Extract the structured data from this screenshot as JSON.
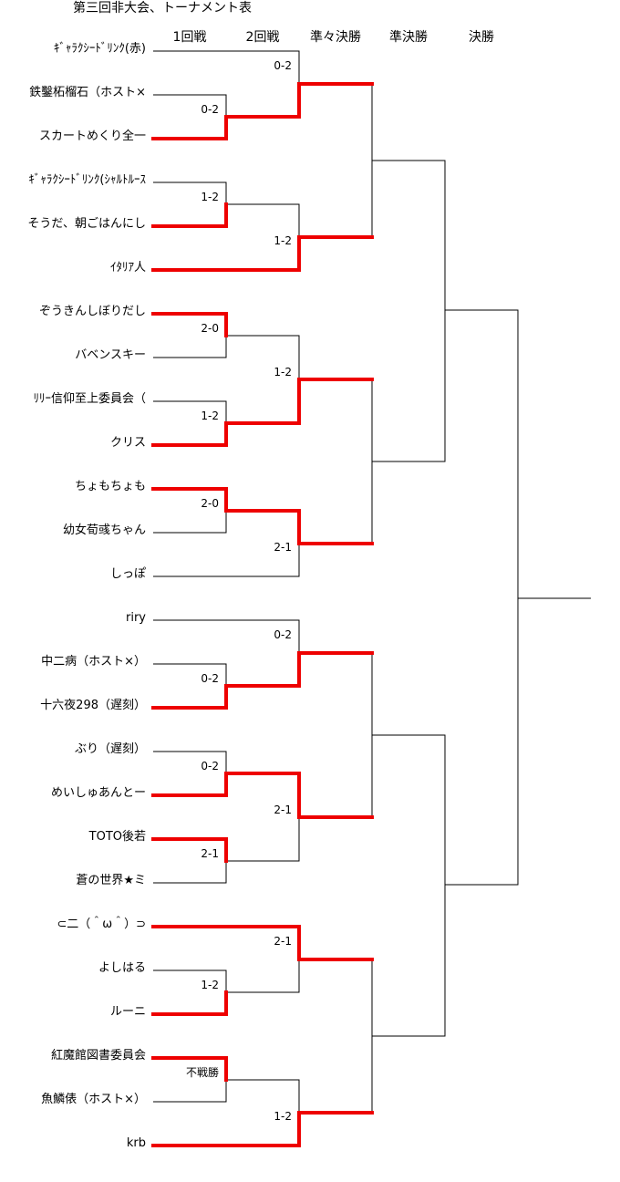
{
  "title": "第三回非大会、トーナメント表",
  "rounds": [
    "1回戦",
    "2回戦",
    "準々決勝",
    "準決勝",
    "決勝"
  ],
  "players": [
    {
      "name": "ｷﾞｬﾗｸｼｰﾄﾞﾘﾝｸ(赤)"
    },
    {
      "name": "鉄鑿柘榴石（ホスト×"
    },
    {
      "name": "スカートめくり全一"
    },
    {
      "name": "ｷﾞｬﾗｸｼｰﾄﾞﾘﾝｸ(ｼｬﾙﾄﾙｰｽ"
    },
    {
      "name": "そうだ、朝ごはんにし"
    },
    {
      "name": "ｲﾀﾘｱ人"
    },
    {
      "name": "ぞうきんしぼりだし"
    },
    {
      "name": "バベンスキー"
    },
    {
      "name": "ﾘﾘｰ信仰至上委員会（"
    },
    {
      "name": "クリス"
    },
    {
      "name": "ちょもちょも"
    },
    {
      "name": "幼女荀彧ちゃん"
    },
    {
      "name": "しっぽ"
    },
    {
      "name": "riry"
    },
    {
      "name": "中二病（ホスト×）"
    },
    {
      "name": "十六夜298（遅刻）"
    },
    {
      "name": "ぶり（遅刻）"
    },
    {
      "name": "めいしゅあんとー"
    },
    {
      "name": "TOTO後若"
    },
    {
      "name": "蒼の世界★ミ"
    },
    {
      "name": "⊂二（＾ω＾）⊃"
    },
    {
      "name": "よしはる"
    },
    {
      "name": "ルーニ"
    },
    {
      "name": "紅魔館図書委員会"
    },
    {
      "name": "魚鱗俵（ホスト×）"
    },
    {
      "name": "krb"
    }
  ],
  "matches": [
    {
      "id": "r1a",
      "round": "1回戦",
      "score": "0-2",
      "a": "鉄鑿柘榴石（ホスト×",
      "b": "スカートめくり全一",
      "winner": "b"
    },
    {
      "id": "r1b",
      "round": "1回戦",
      "score": "1-2",
      "a": "ｷﾞｬﾗｸｼｰﾄﾞﾘﾝｸ(ｼｬﾙﾄﾙｰｽ",
      "b": "そうだ、朝ごはんにし",
      "winner": "b"
    },
    {
      "id": "r1c",
      "round": "1回戦",
      "score": "2-0",
      "a": "ぞうきんしぼりだし",
      "b": "バベンスキー",
      "winner": "a"
    },
    {
      "id": "r1d",
      "round": "1回戦",
      "score": "1-2",
      "a": "ﾘﾘｰ信仰至上委員会（",
      "b": "クリス",
      "winner": "b"
    },
    {
      "id": "r1e",
      "round": "1回戦",
      "score": "2-0",
      "a": "ちょもちょも",
      "b": "幼女荀彧ちゃん",
      "winner": "a"
    },
    {
      "id": "r1f",
      "round": "1回戦",
      "score": "0-2",
      "a": "中二病（ホスト×）",
      "b": "十六夜298（遅刻）",
      "winner": "b"
    },
    {
      "id": "r1g",
      "round": "1回戦",
      "score": "0-2",
      "a": "ぶり（遅刻）",
      "b": "めいしゅあんとー",
      "winner": "b"
    },
    {
      "id": "r1h",
      "round": "1回戦",
      "score": "2-1",
      "a": "TOTO後若",
      "b": "蒼の世界★ミ",
      "winner": "a"
    },
    {
      "id": "r1i",
      "round": "1回戦",
      "score": "1-2",
      "a": "よしはる",
      "b": "ルーニ",
      "winner": "b"
    },
    {
      "id": "r1j",
      "round": "1回戦",
      "score": "不戦勝",
      "a": "紅魔館図書委員会",
      "b": "魚鱗俵（ホスト×）",
      "winner": "a"
    },
    {
      "id": "r2a",
      "round": "2回戦",
      "score": "0-2",
      "a": "ｷﾞｬﾗｸｼｰﾄﾞﾘﾝｸ(赤)",
      "b": "スカートめくり全一",
      "winner": "b"
    },
    {
      "id": "r2b",
      "round": "2回戦",
      "score": "1-2",
      "a": "そうだ、朝ごはんにし",
      "b": "ｲﾀﾘｱ人",
      "winner": "b"
    },
    {
      "id": "r2c",
      "round": "2回戦",
      "score": "1-2",
      "a": "ぞうきんしぼりだし",
      "b": "クリス",
      "winner": "b"
    },
    {
      "id": "r2d",
      "round": "2回戦",
      "score": "2-1",
      "a": "ちょもちょも",
      "b": "しっぽ",
      "winner": "a"
    },
    {
      "id": "r2e",
      "round": "2回戦",
      "score": "0-2",
      "a": "riry",
      "b": "十六夜298（遅刻）",
      "winner": "b"
    },
    {
      "id": "r2f",
      "round": "2回戦",
      "score": "2-1",
      "a": "めいしゅあんとー",
      "b": "TOTO後若",
      "winner": "a"
    },
    {
      "id": "r2g",
      "round": "2回戦",
      "score": "2-1",
      "a": "⊂二（＾ω＾）⊃",
      "b": "ルーニ",
      "winner": "a"
    },
    {
      "id": "r2h",
      "round": "2回戦",
      "score": "1-2",
      "a": "紅魔館図書委員会",
      "b": "krb",
      "winner": "b"
    }
  ]
}
